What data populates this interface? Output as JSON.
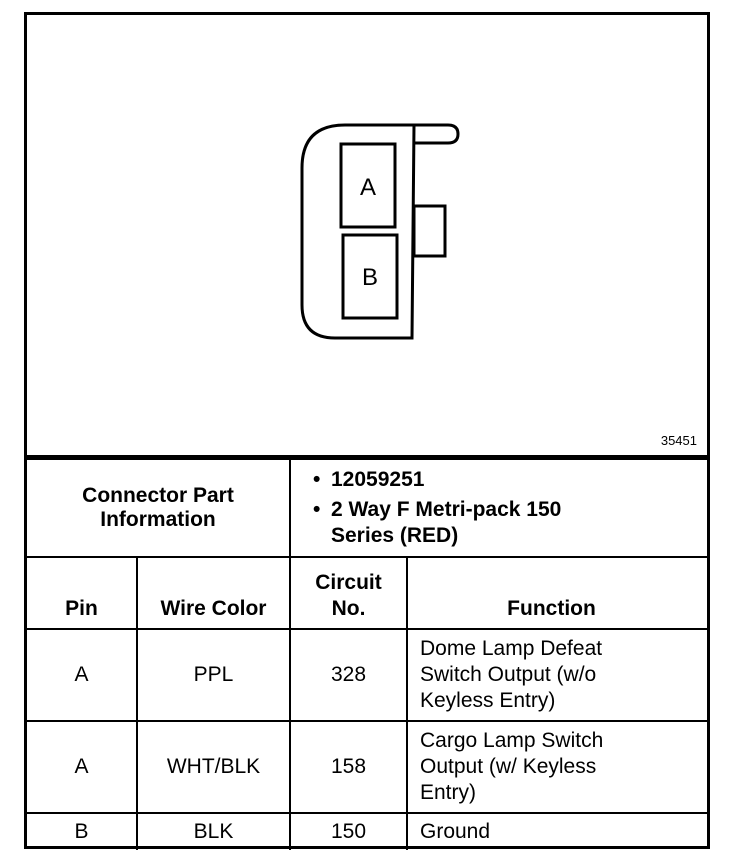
{
  "diagram": {
    "figure_id": "35451",
    "pins": [
      "A",
      "B"
    ]
  },
  "connector_info": {
    "label": "Connector Part Information",
    "items": [
      "12059251",
      "2 Way F Metri-pack 150 Series (RED)"
    ],
    "bullet": "•"
  },
  "table": {
    "headers": {
      "pin": "Pin",
      "wire_color": "Wire Color",
      "circuit": "Circuit No.",
      "function": "Function"
    },
    "rows": [
      {
        "pin": "A",
        "wire_color": "PPL",
        "circuit": "328",
        "function": "Dome Lamp Defeat Switch Output (w/o Keyless Entry)"
      },
      {
        "pin": "A",
        "wire_color": "WHT/BLK",
        "circuit": "158",
        "function": "Cargo Lamp Switch Output (w/ Keyless Entry)"
      },
      {
        "pin": "B",
        "wire_color": "BLK",
        "circuit": "150",
        "function": "Ground"
      }
    ]
  }
}
